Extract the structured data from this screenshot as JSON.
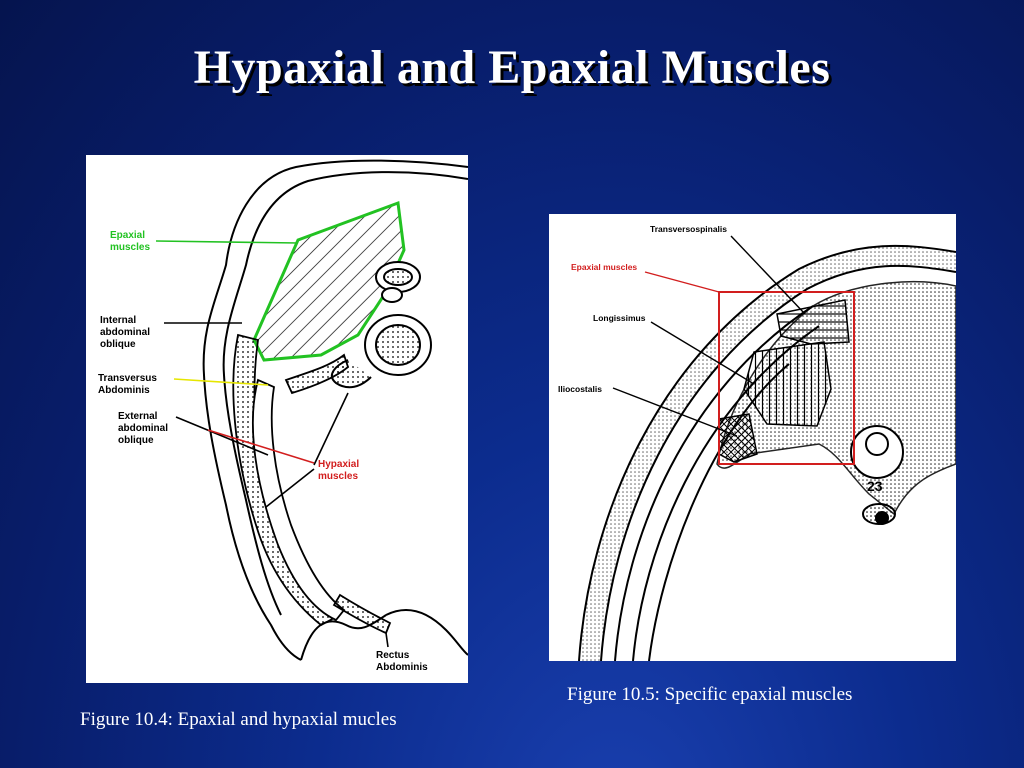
{
  "slide": {
    "title": "Hypaxial and Epaxial Muscles",
    "caption_left": "Figure 10.4: Epaxial and hypaxial mucles",
    "caption_right": "Figure 10.5: Specific epaxial muscles"
  },
  "figure_left": {
    "labels": {
      "epaxial_line1": "Epaxial",
      "epaxial_line2": "muscles",
      "internal_line1": "Internal",
      "internal_line2": "abdominal",
      "internal_line3": "oblique",
      "transversus_line1": "Transversus",
      "transversus_line2": "Abdominis",
      "external_line1": "External",
      "external_line2": "abdominal",
      "external_line3": "oblique",
      "hypaxial_line1": "Hypaxial",
      "hypaxial_line2": "muscles",
      "rectus_line1": "Rectus",
      "rectus_line2": "Abdominis"
    },
    "colors": {
      "epaxial": "#22c222",
      "transversus": "#e6e600",
      "hypaxial": "#d21e1e"
    }
  },
  "figure_right": {
    "labels": {
      "transversospinalis": "Transversospinalis",
      "epaxial": "Epaxial muscles",
      "longissimus": "Longissimus",
      "iliocostalis": "Iliocostalis",
      "vertebra_number": "23"
    },
    "colors": {
      "epaxial": "#d21e1e"
    }
  },
  "colors": {
    "background": "#0c2c8e",
    "title": "#ffffff"
  }
}
